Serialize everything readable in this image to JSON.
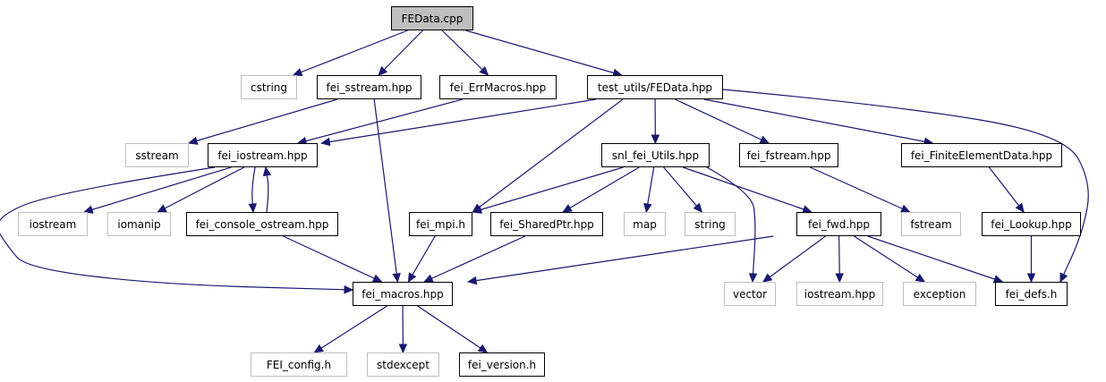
{
  "colors": {
    "edge": "#191970",
    "node_border": "#000000",
    "external_border": "#bfbfbf",
    "root_fill": "#bfbfbf",
    "background": "#ffffff"
  },
  "nodes": {
    "fedata_cpp": "FEData.cpp",
    "cstring": "cstring",
    "fei_sstream": "fei_sstream.hpp",
    "fei_errmacros": "fei_ErrMacros.hpp",
    "test_utils_fedata": "test_utils/FEData.hpp",
    "sstream": "sstream",
    "fei_iostream": "fei_iostream.hpp",
    "snl_fei_utils": "snl_fei_Utils.hpp",
    "fei_fstream": "fei_fstream.hpp",
    "fei_finiteelementdata": "fei_FiniteElementData.hpp",
    "iostream": "iostream",
    "iomanip": "iomanip",
    "fei_console_ostream": "fei_console_ostream.hpp",
    "fei_mpi": "fei_mpi.h",
    "fei_sharedptr": "fei_SharedPtr.hpp",
    "map": "map",
    "string": "string",
    "fei_fwd": "fei_fwd.hpp",
    "fstream": "fstream",
    "fei_lookup": "fei_Lookup.hpp",
    "fei_macros": "fei_macros.hpp",
    "vector": "vector",
    "iostream_hpp": "iostream.hpp",
    "exception": "exception",
    "fei_defs": "fei_defs.h",
    "fei_config": "FEI_config.h",
    "stdexcept": "stdexcept",
    "fei_version": "fei_version.h"
  },
  "edges": [
    [
      "fedata_cpp",
      "cstring"
    ],
    [
      "fedata_cpp",
      "fei_sstream"
    ],
    [
      "fedata_cpp",
      "fei_errmacros"
    ],
    [
      "fedata_cpp",
      "test_utils_fedata"
    ],
    [
      "fei_sstream",
      "sstream"
    ],
    [
      "fei_sstream",
      "fei_macros"
    ],
    [
      "fei_errmacros",
      "fei_iostream"
    ],
    [
      "test_utils_fedata",
      "fei_iostream"
    ],
    [
      "test_utils_fedata",
      "fei_mpi"
    ],
    [
      "test_utils_fedata",
      "snl_fei_utils"
    ],
    [
      "test_utils_fedata",
      "fei_fstream"
    ],
    [
      "test_utils_fedata",
      "fei_finiteelementdata"
    ],
    [
      "test_utils_fedata",
      "fei_defs"
    ],
    [
      "fei_iostream",
      "iostream"
    ],
    [
      "fei_iostream",
      "iomanip"
    ],
    [
      "fei_iostream",
      "fei_console_ostream"
    ],
    [
      "fei_iostream",
      "fei_macros"
    ],
    [
      "fei_console_ostream",
      "fei_iostream"
    ],
    [
      "fei_console_ostream",
      "fei_macros"
    ],
    [
      "snl_fei_utils",
      "fei_mpi"
    ],
    [
      "snl_fei_utils",
      "fei_sharedptr"
    ],
    [
      "snl_fei_utils",
      "map"
    ],
    [
      "snl_fei_utils",
      "string"
    ],
    [
      "snl_fei_utils",
      "vector"
    ],
    [
      "snl_fei_utils",
      "fei_fwd"
    ],
    [
      "fei_fstream",
      "fstream"
    ],
    [
      "fei_finiteelementdata",
      "fei_lookup"
    ],
    [
      "fei_mpi",
      "fei_macros"
    ],
    [
      "fei_sharedptr",
      "fei_macros"
    ],
    [
      "fei_fwd",
      "fei_macros"
    ],
    [
      "fei_fwd",
      "vector"
    ],
    [
      "fei_fwd",
      "iostream_hpp"
    ],
    [
      "fei_fwd",
      "exception"
    ],
    [
      "fei_fwd",
      "fei_defs"
    ],
    [
      "fei_lookup",
      "fei_defs"
    ],
    [
      "fei_macros",
      "fei_config"
    ],
    [
      "fei_macros",
      "stdexcept"
    ],
    [
      "fei_macros",
      "fei_version"
    ]
  ]
}
